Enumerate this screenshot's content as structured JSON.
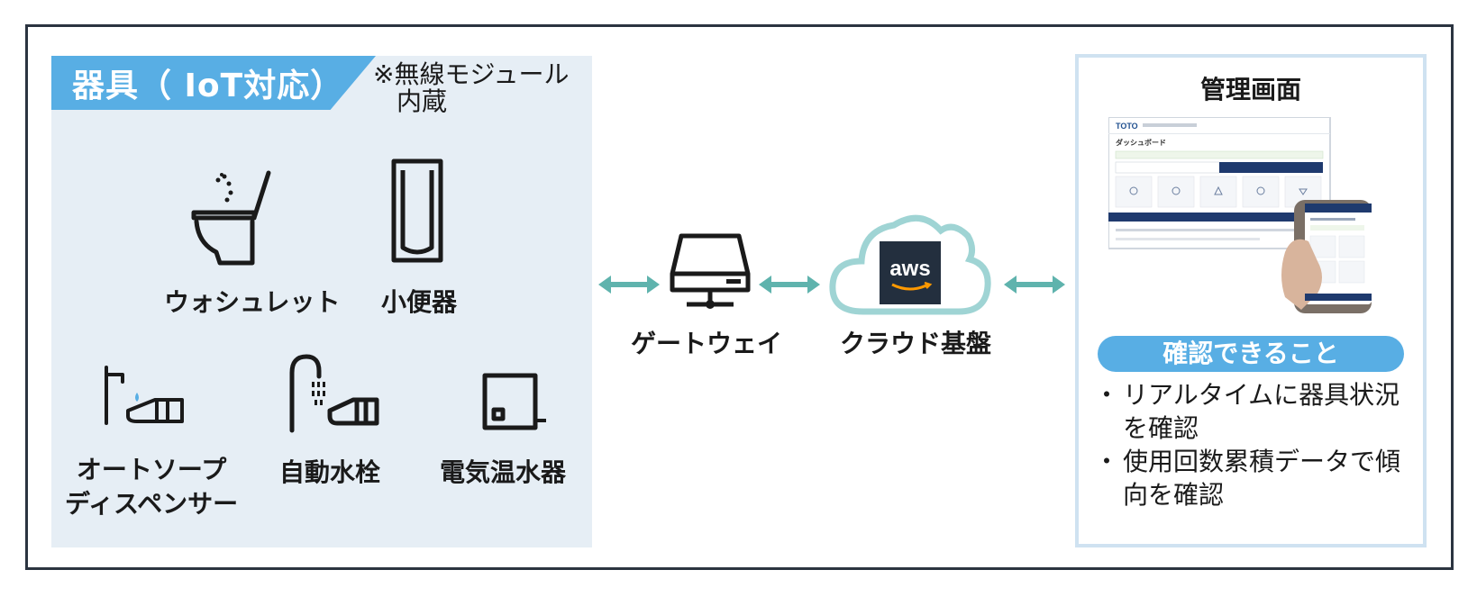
{
  "devices": {
    "title": "器具（ IoT対応）",
    "note_lines": [
      "※無線モジュール",
      "内蔵"
    ],
    "items": [
      {
        "label": "ウォシュレット",
        "icon": "toilet-icon"
      },
      {
        "label": "小便器",
        "icon": "urinal-icon"
      },
      {
        "label_lines": [
          "オートソープ",
          "ディスペンサー"
        ],
        "icon": "soap-dispenser-icon"
      },
      {
        "label": "自動水栓",
        "icon": "faucet-icon"
      },
      {
        "label": "電気温水器",
        "icon": "water-heater-icon"
      }
    ]
  },
  "flow": {
    "gateway_label": "ゲートウェイ",
    "cloud_label": "クラウド基盤",
    "aws_logo_text": "aws"
  },
  "management": {
    "title": "管理画面",
    "confirm_heading": "確認できること",
    "bullets": [
      "リアルタイムに器具状況を確認",
      "使用回数累積データで傾向を確認"
    ],
    "screenshot": {
      "brand": "TOTO",
      "dashboard_title": "ダッシュボード"
    }
  },
  "colors": {
    "accent_blue": "#58aee4",
    "panel_bg": "#e6eef5",
    "arrow_teal": "#5fb3ad",
    "frame": "#2b3440"
  }
}
